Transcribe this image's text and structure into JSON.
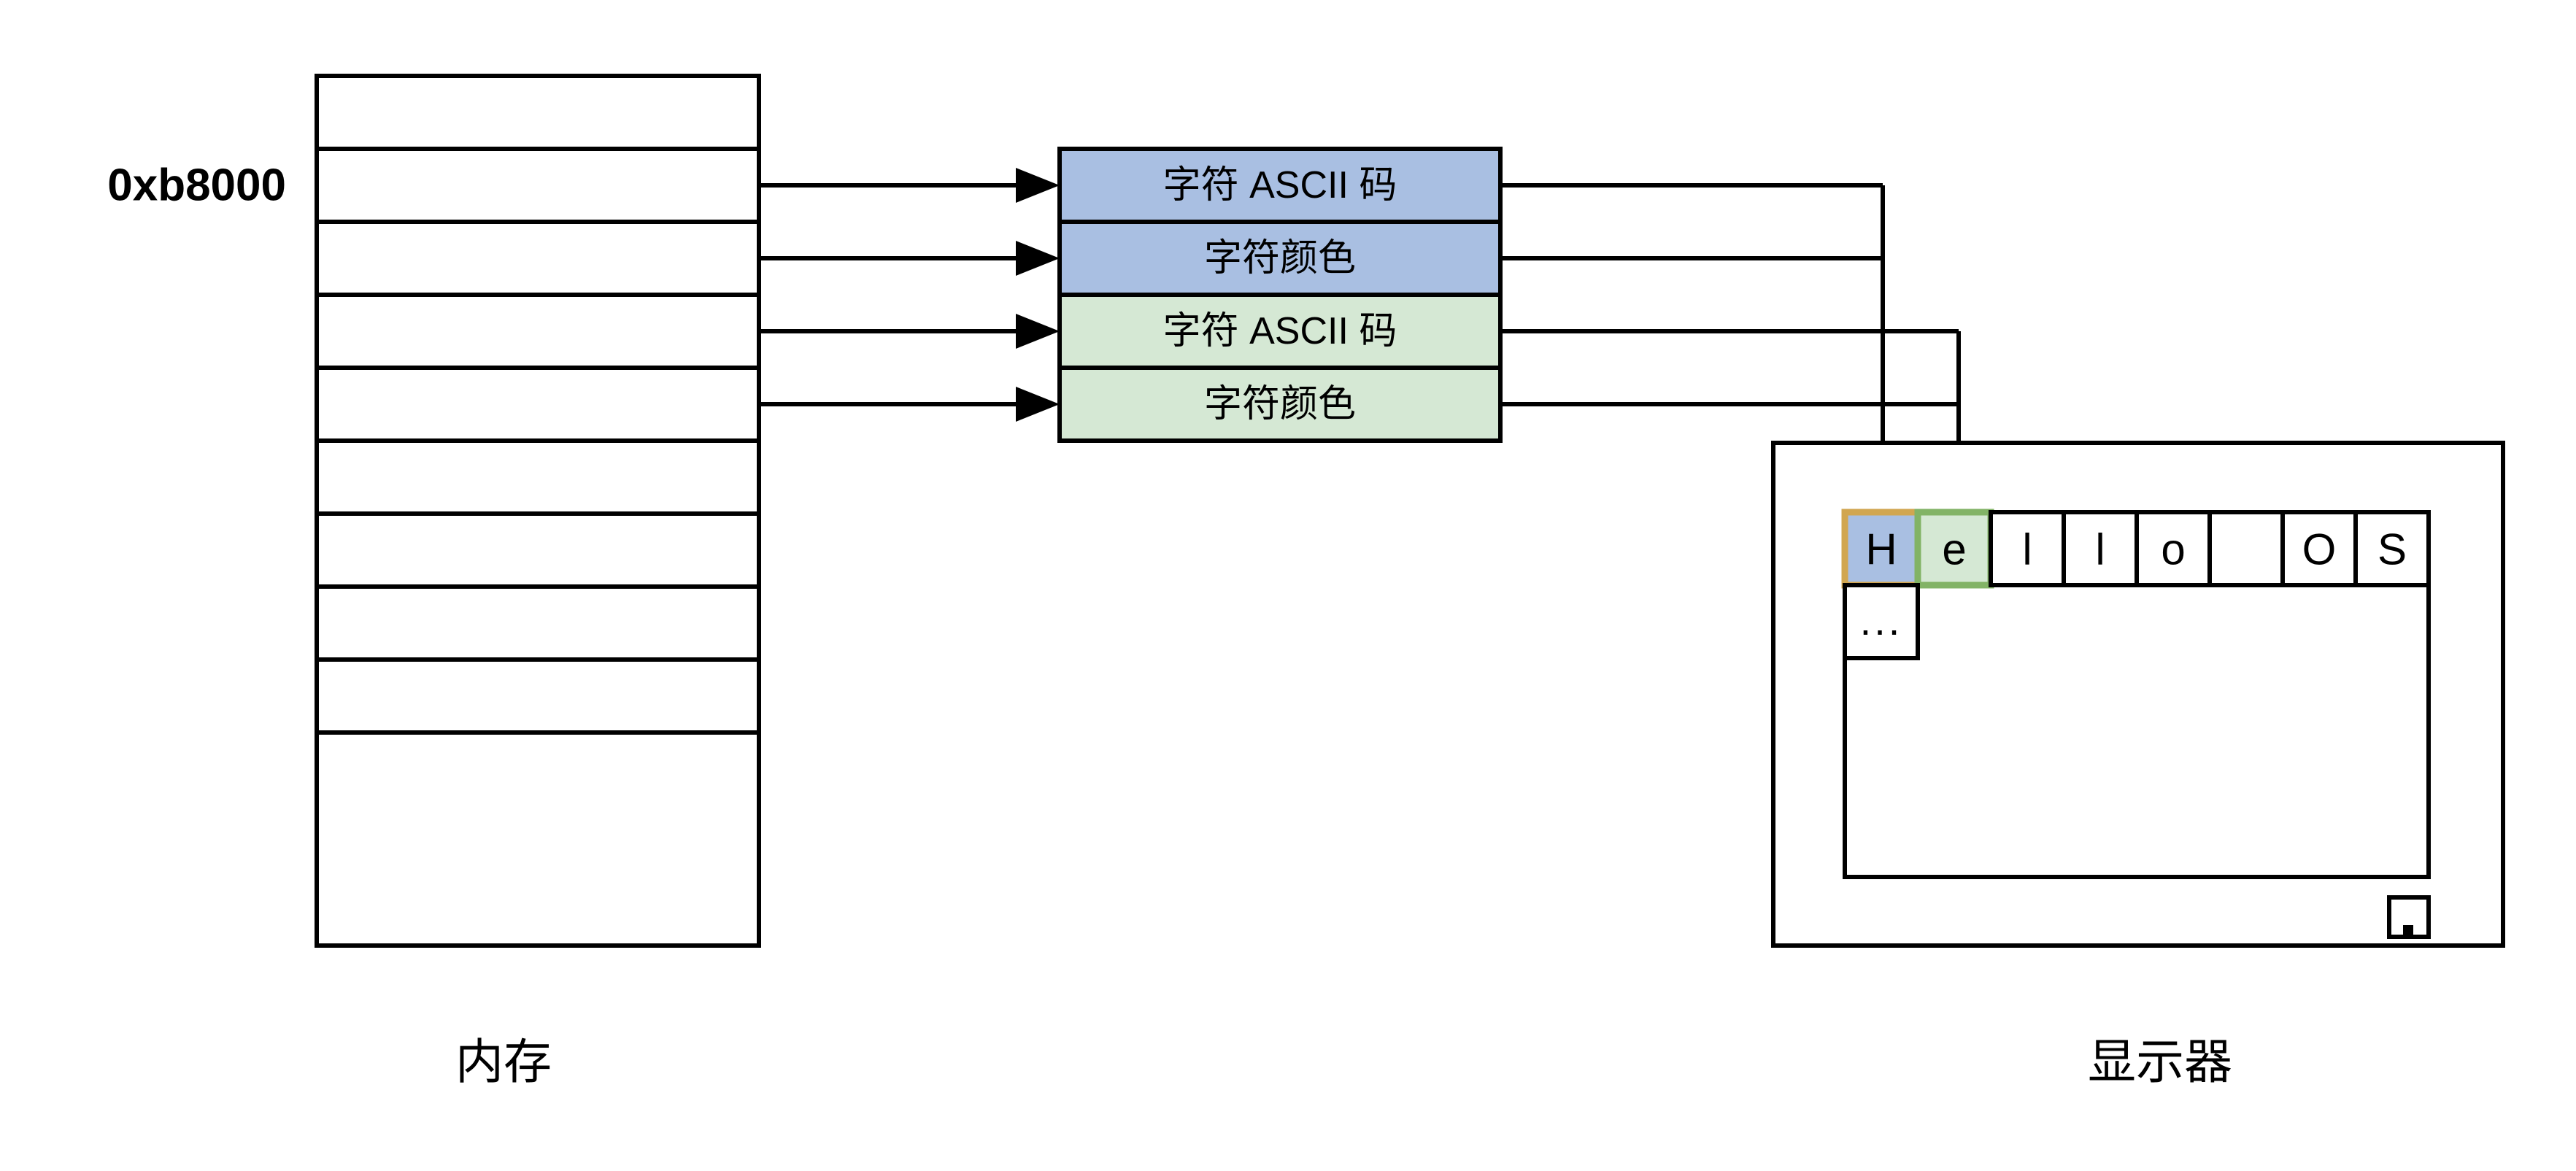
{
  "memory": {
    "caption": "内存",
    "address_label": "0xb8000",
    "row_count": 10,
    "highlighted_row_index": 1
  },
  "vram_entry": {
    "rows": [
      {
        "label": "字符 ASCII 码",
        "fill": "#a9bfe2",
        "stroke": "#000000"
      },
      {
        "label": "字符颜色",
        "fill": "#a9bfe2",
        "stroke": "#000000"
      },
      {
        "label": "字符 ASCII 码",
        "fill": "#d5e8d4",
        "stroke": "#000000"
      },
      {
        "label": "字符颜色",
        "fill": "#d5e8d4",
        "stroke": "#000000"
      }
    ]
  },
  "display": {
    "caption": "显示器",
    "cells": [
      {
        "char": "H",
        "fill": "#a9bfe2",
        "stroke": "#d1a650",
        "sw": "9"
      },
      {
        "char": "e",
        "fill": "#d5e8d4",
        "stroke": "#82b366",
        "sw": "9"
      },
      {
        "char": "l",
        "fill": "#ffffff",
        "stroke": "#000000",
        "sw": "6"
      },
      {
        "char": "l",
        "fill": "#ffffff",
        "stroke": "#000000",
        "sw": "6"
      },
      {
        "char": "o",
        "fill": "#ffffff",
        "stroke": "#000000",
        "sw": "6"
      },
      {
        "char": "",
        "fill": "#ffffff",
        "stroke": "#000000",
        "sw": "6"
      },
      {
        "char": "O",
        "fill": "#ffffff",
        "stroke": "#000000",
        "sw": "6"
      },
      {
        "char": "S",
        "fill": "#ffffff",
        "stroke": "#000000",
        "sw": "6"
      }
    ],
    "ellipsis_cell": "..."
  },
  "colors": {
    "char_pair_blue_fill": "#a9bfe2",
    "char_pair_green_fill": "#d5e8d4",
    "highlight_cell_blue_stroke": "#d1a650",
    "highlight_cell_green_stroke": "#82b366",
    "line_color": "#000000",
    "background": "#ffffff"
  }
}
